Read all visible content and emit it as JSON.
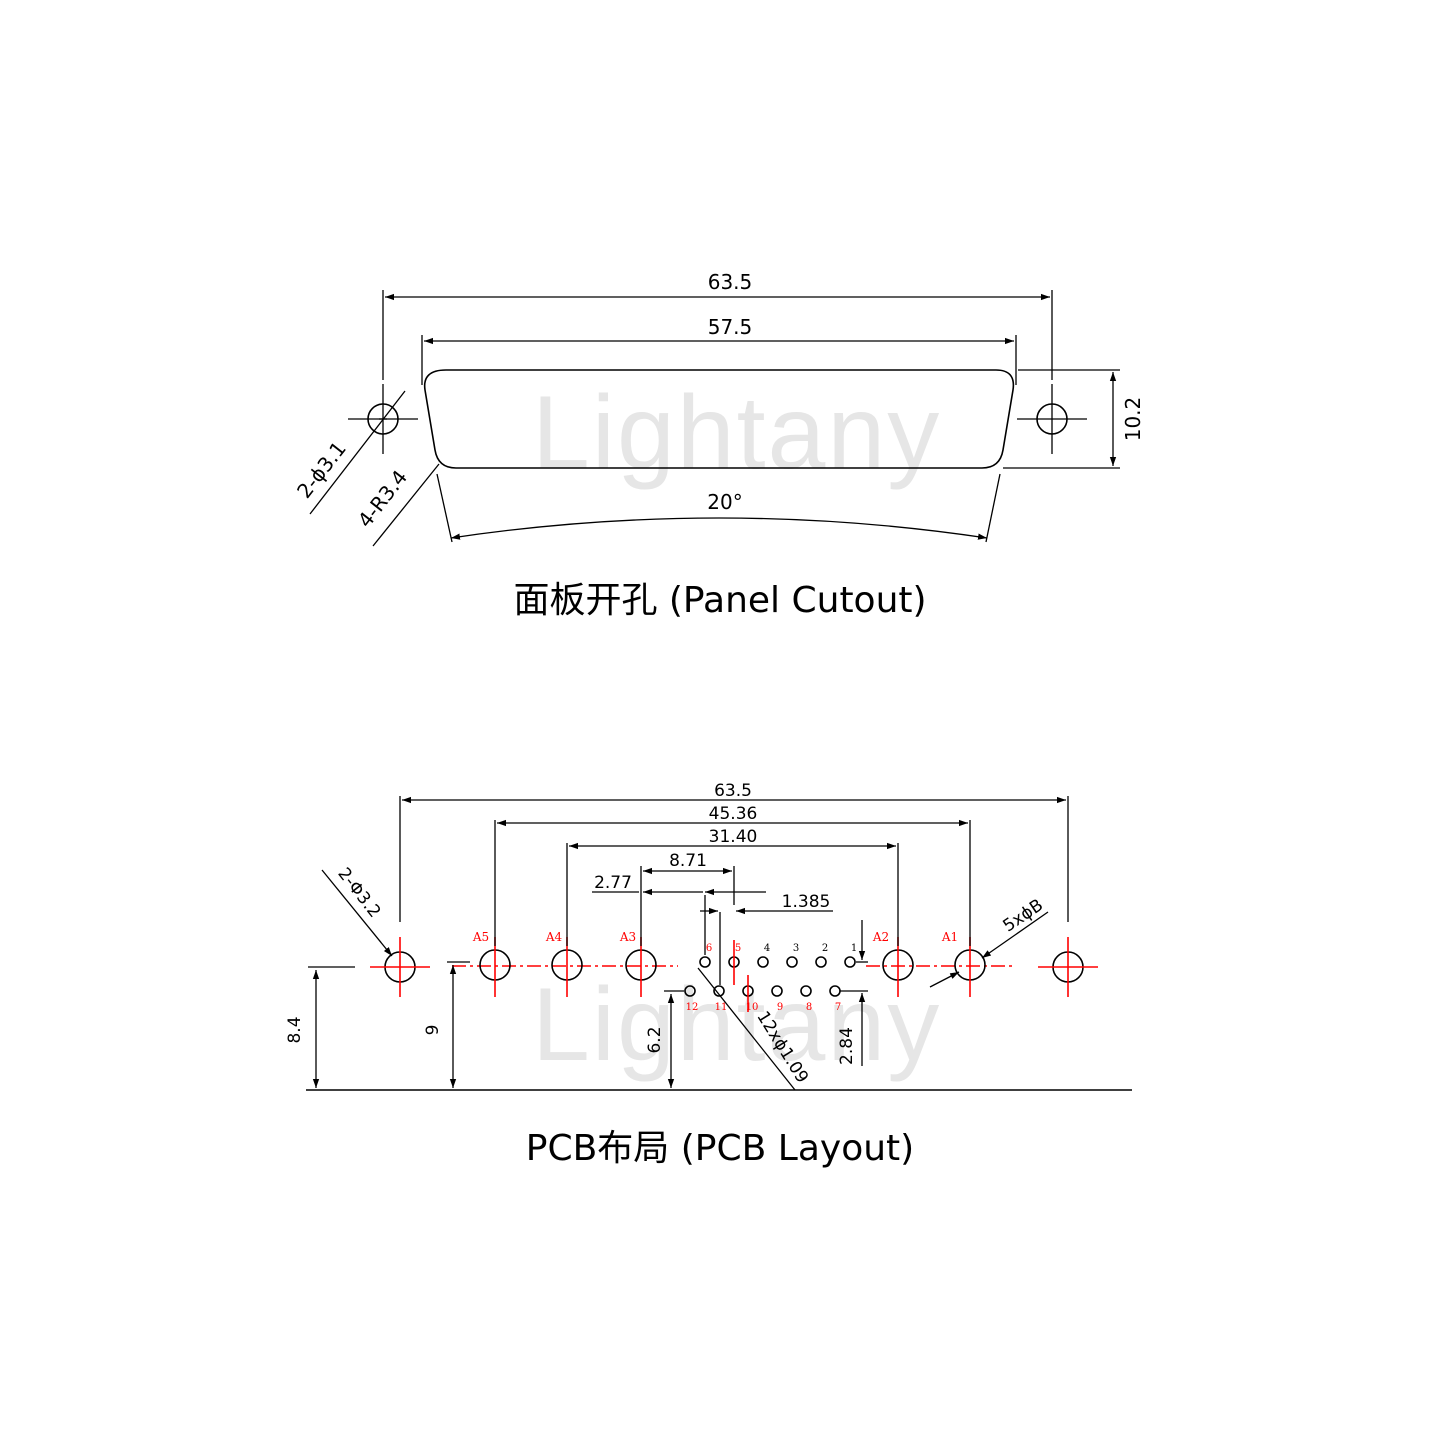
{
  "watermark": "Lightany",
  "panel_cutout": {
    "caption": "面板开孔 (Panel Cutout)",
    "dim_overall": "63.5",
    "dim_inner": "57.5",
    "dim_height": "10.2",
    "dim_angle": "20°",
    "dim_holes": "2-ϕ3.1",
    "dim_radius": "4-R3.4"
  },
  "pcb_layout": {
    "caption": "PCB布局 (PCB Layout)",
    "dim_overall": "63.5",
    "dim_a5_a1": "45.36",
    "dim_a4_a2": "31.40",
    "dim_8_71": "8.71",
    "dim_2_77": "2.77",
    "dim_1_385": "1.385",
    "dim_holes": "2-Φ3.2",
    "dim_coax": "5xϕB",
    "dim_pins": "12xϕ1.09",
    "dim_8_4": "8.4",
    "dim_9": "9",
    "dim_6_2": "6.2",
    "dim_2_84": "2.84",
    "coax_labels": [
      "A5",
      "A4",
      "A3",
      "A2",
      "A1"
    ],
    "pins_top": [
      "6",
      "5",
      "4",
      "3",
      "2",
      "1"
    ],
    "pins_bottom": [
      "12",
      "11",
      "10",
      "9",
      "8",
      "7"
    ]
  }
}
